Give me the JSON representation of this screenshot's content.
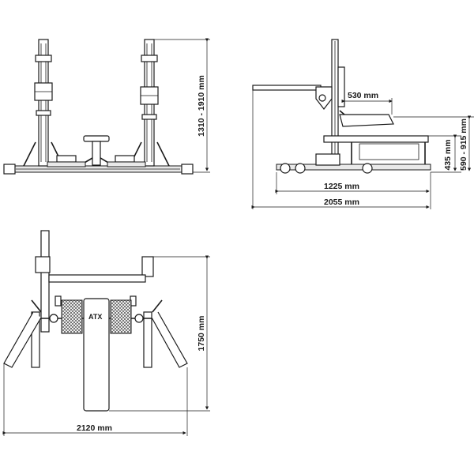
{
  "dimensions": {
    "height_range": "1310 - 1910 mm",
    "hook_depth": "530 mm",
    "bench_height": "435 mm",
    "pad_height_range": "590 - 915 mm",
    "base_length": "1225 mm",
    "total_length": "2055 mm",
    "top_depth": "1750 mm",
    "top_width": "2120 mm"
  },
  "logo": "ATX"
}
